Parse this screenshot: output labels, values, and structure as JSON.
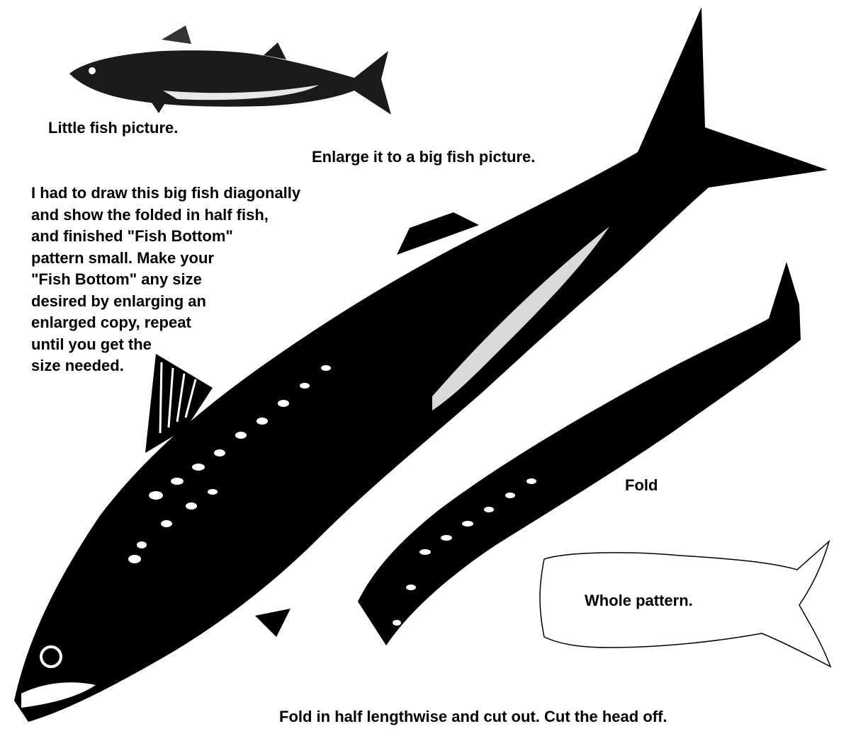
{
  "captions": {
    "little_fish": "Little fish picture.",
    "enlarge": "Enlarge it to a big fish picture.",
    "fold": "Fold",
    "whole_pattern": "Whole pattern.",
    "fold_instructions": "Fold in half lengthwise and cut out. Cut the head off."
  },
  "instructions": {
    "lines": [
      "I had to draw this big fish diagonally",
      "and show the folded in half fish,",
      "and finished \"Fish Bottom\"",
      "pattern small.  Make your",
      "\"Fish Bottom\" any size",
      "desired by enlarging an",
      "enlarged copy, repeat",
      "until you get the",
      "size needed."
    ]
  },
  "colors": {
    "ink": "#000000",
    "paper": "#ffffff"
  }
}
